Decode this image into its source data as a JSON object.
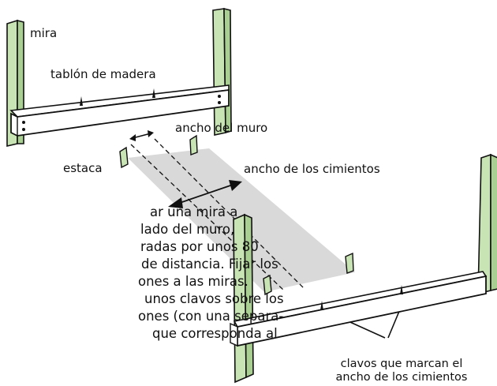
{
  "labels": {
    "mira": "mira",
    "tablon": "tablón de madera",
    "ancho_muro": "ancho del muro",
    "estaca": "estaca",
    "ancho_cimientos": "ancho de los cimientos",
    "clavos_line1": "clavos que marcan el",
    "clavos_line2": "ancho de los cimientos"
  },
  "body_text": {
    "line1": "ar una mira a",
    "line2": "lado del muro,",
    "line3": "radas por unos 80",
    "line4": "de distancia. Fijar los",
    "line5": "ones a las miras.",
    "line6": "unos clavos sobre los",
    "line7": "ones (con una separa-",
    "line8": "que corresponda al"
  },
  "colors": {
    "post_fill": "#c9e4b4",
    "outline": "#111111",
    "trench_fill": "#d9d9d9",
    "board_fill": "#ffffff"
  }
}
